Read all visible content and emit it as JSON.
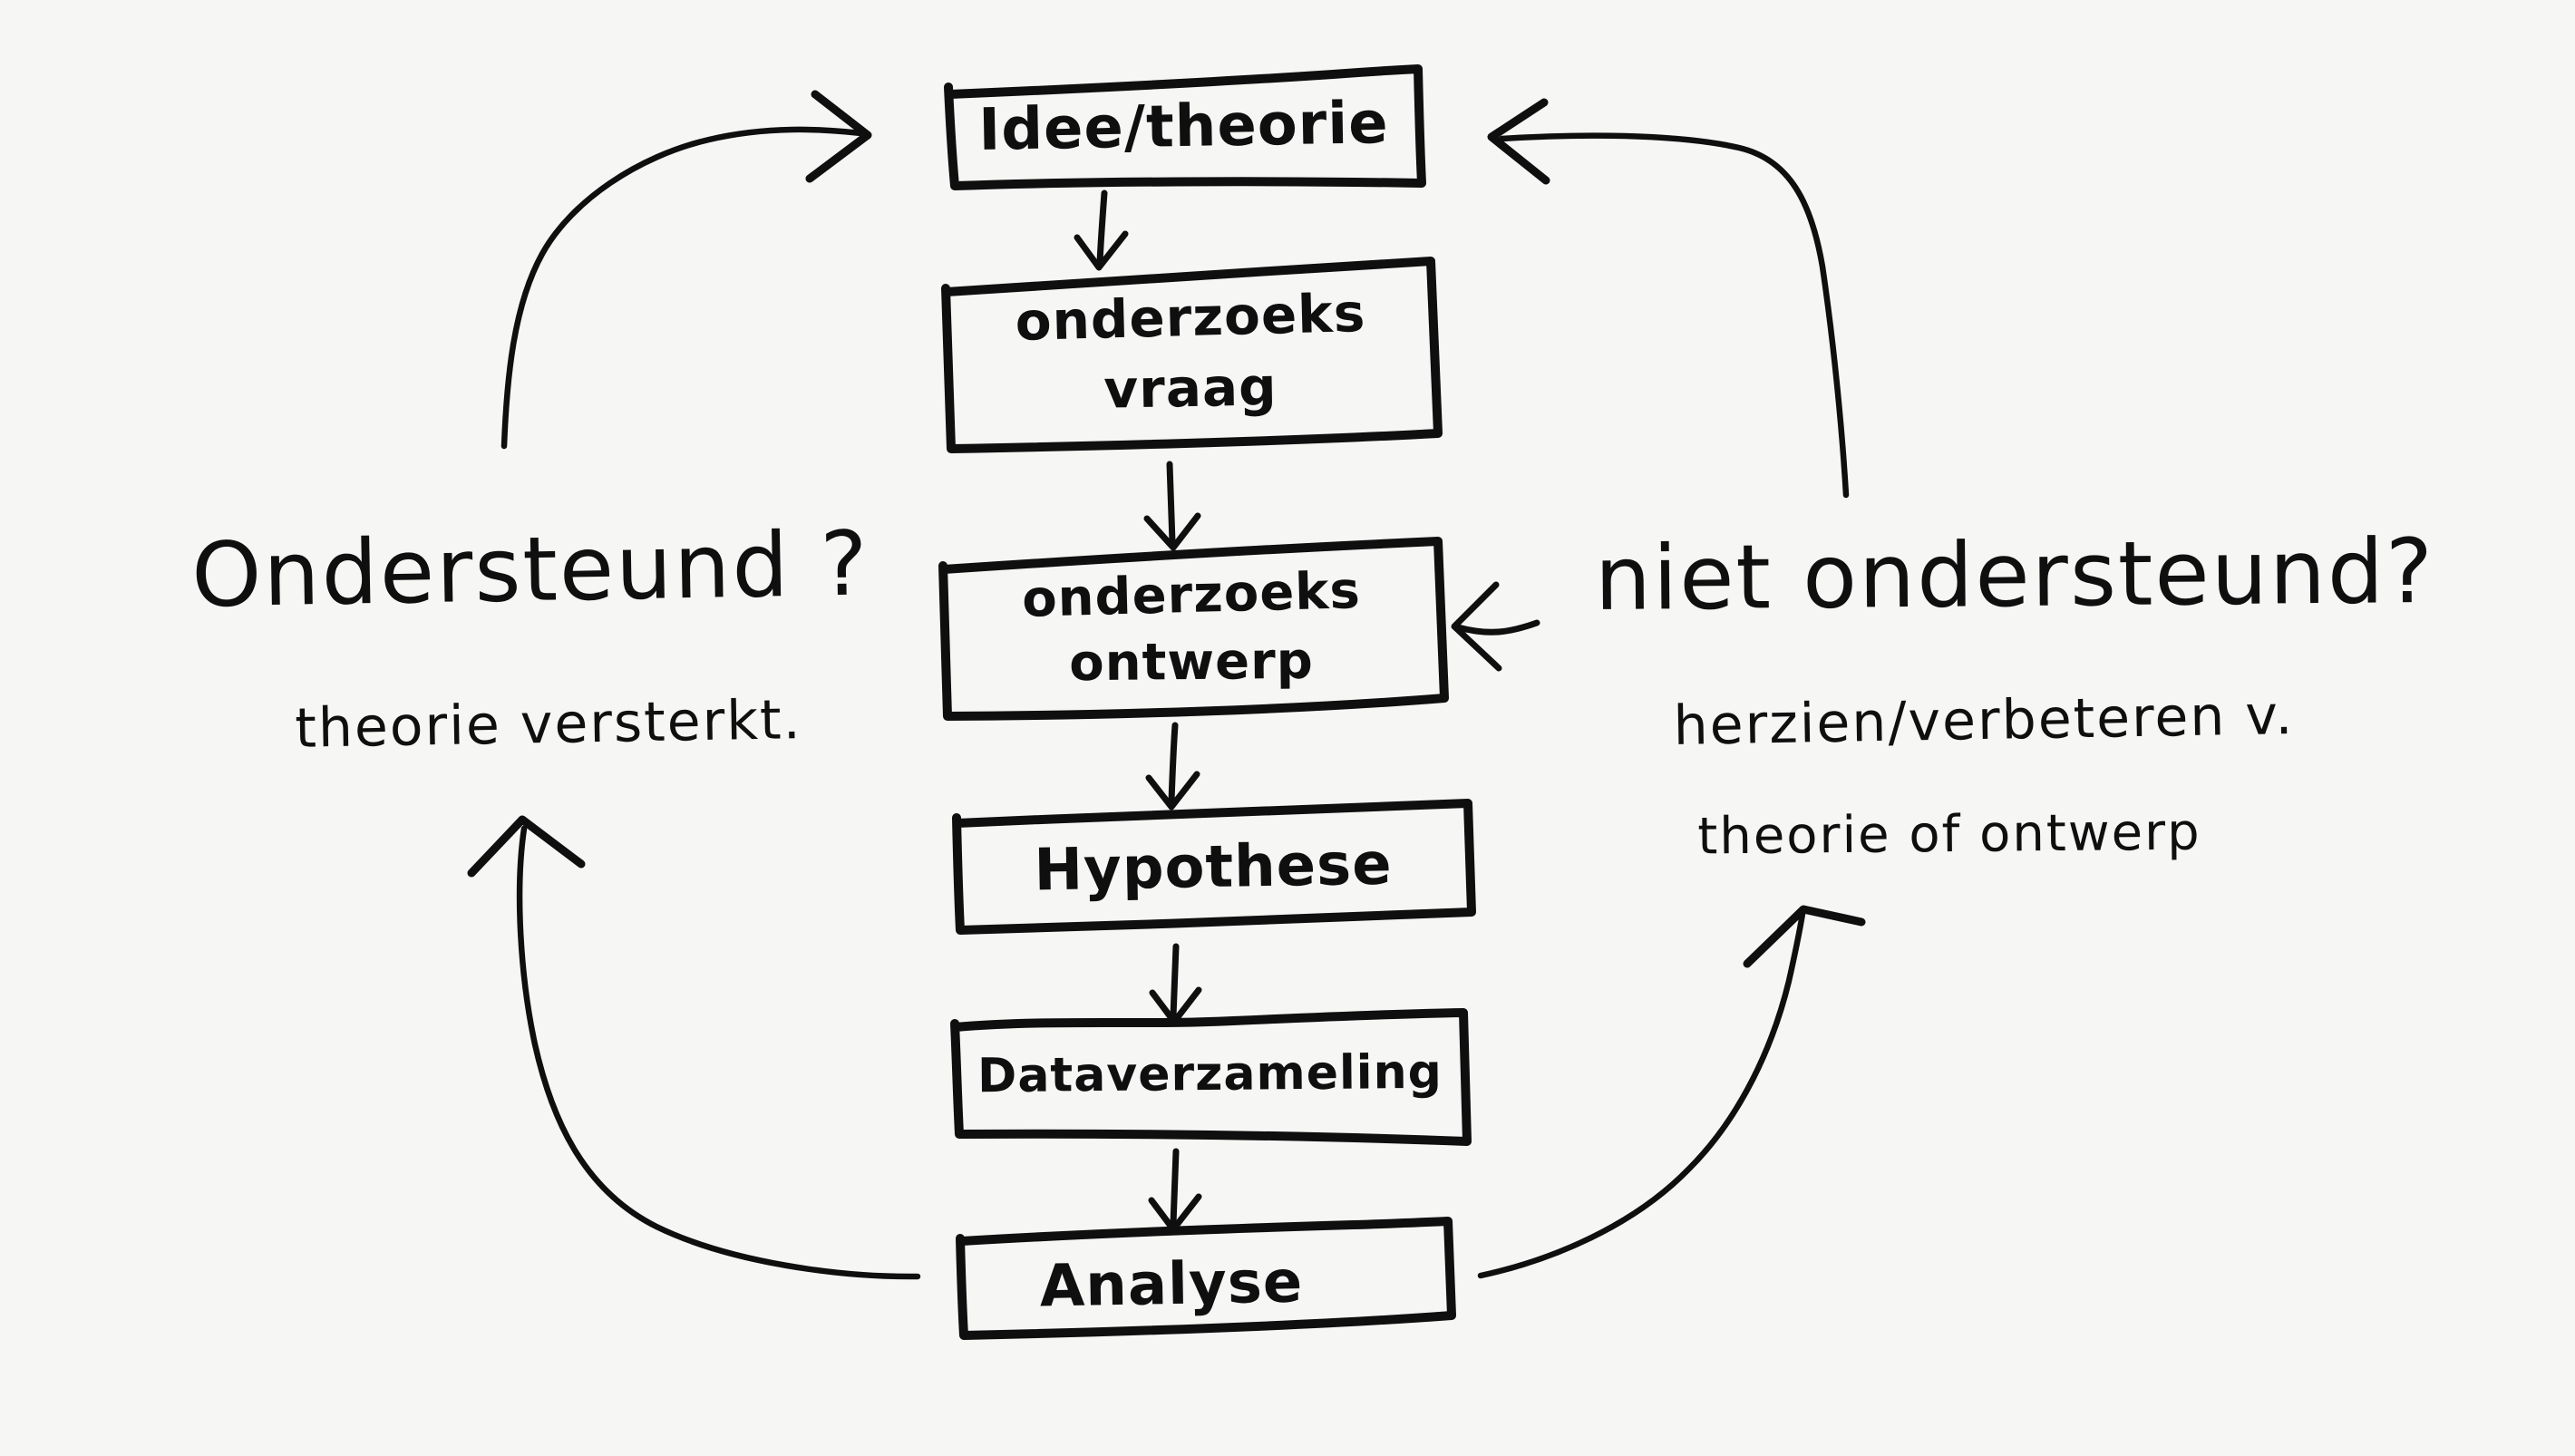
{
  "page": {
    "background_color": "#f6f6f5",
    "ink_color": "#0f0f0f"
  },
  "diagram": {
    "boxes": [
      {
        "label": "Idee/theorie"
      },
      {
        "line1": "onderzoeks",
        "line2": "vraag"
      },
      {
        "line1": "onderzoeks",
        "line2": "ontwerp"
      },
      {
        "label": "Hypothese"
      },
      {
        "label": "Dataverzameling"
      },
      {
        "label": "Analyse"
      }
    ],
    "left_annotation": {
      "line1": "Ondersteund ?",
      "line2": "theorie versterkt."
    },
    "right_annotation": {
      "line1": "niet ondersteund?",
      "line2": "herzien/verbeteren v.",
      "line3": "theorie of ontwerp"
    }
  }
}
